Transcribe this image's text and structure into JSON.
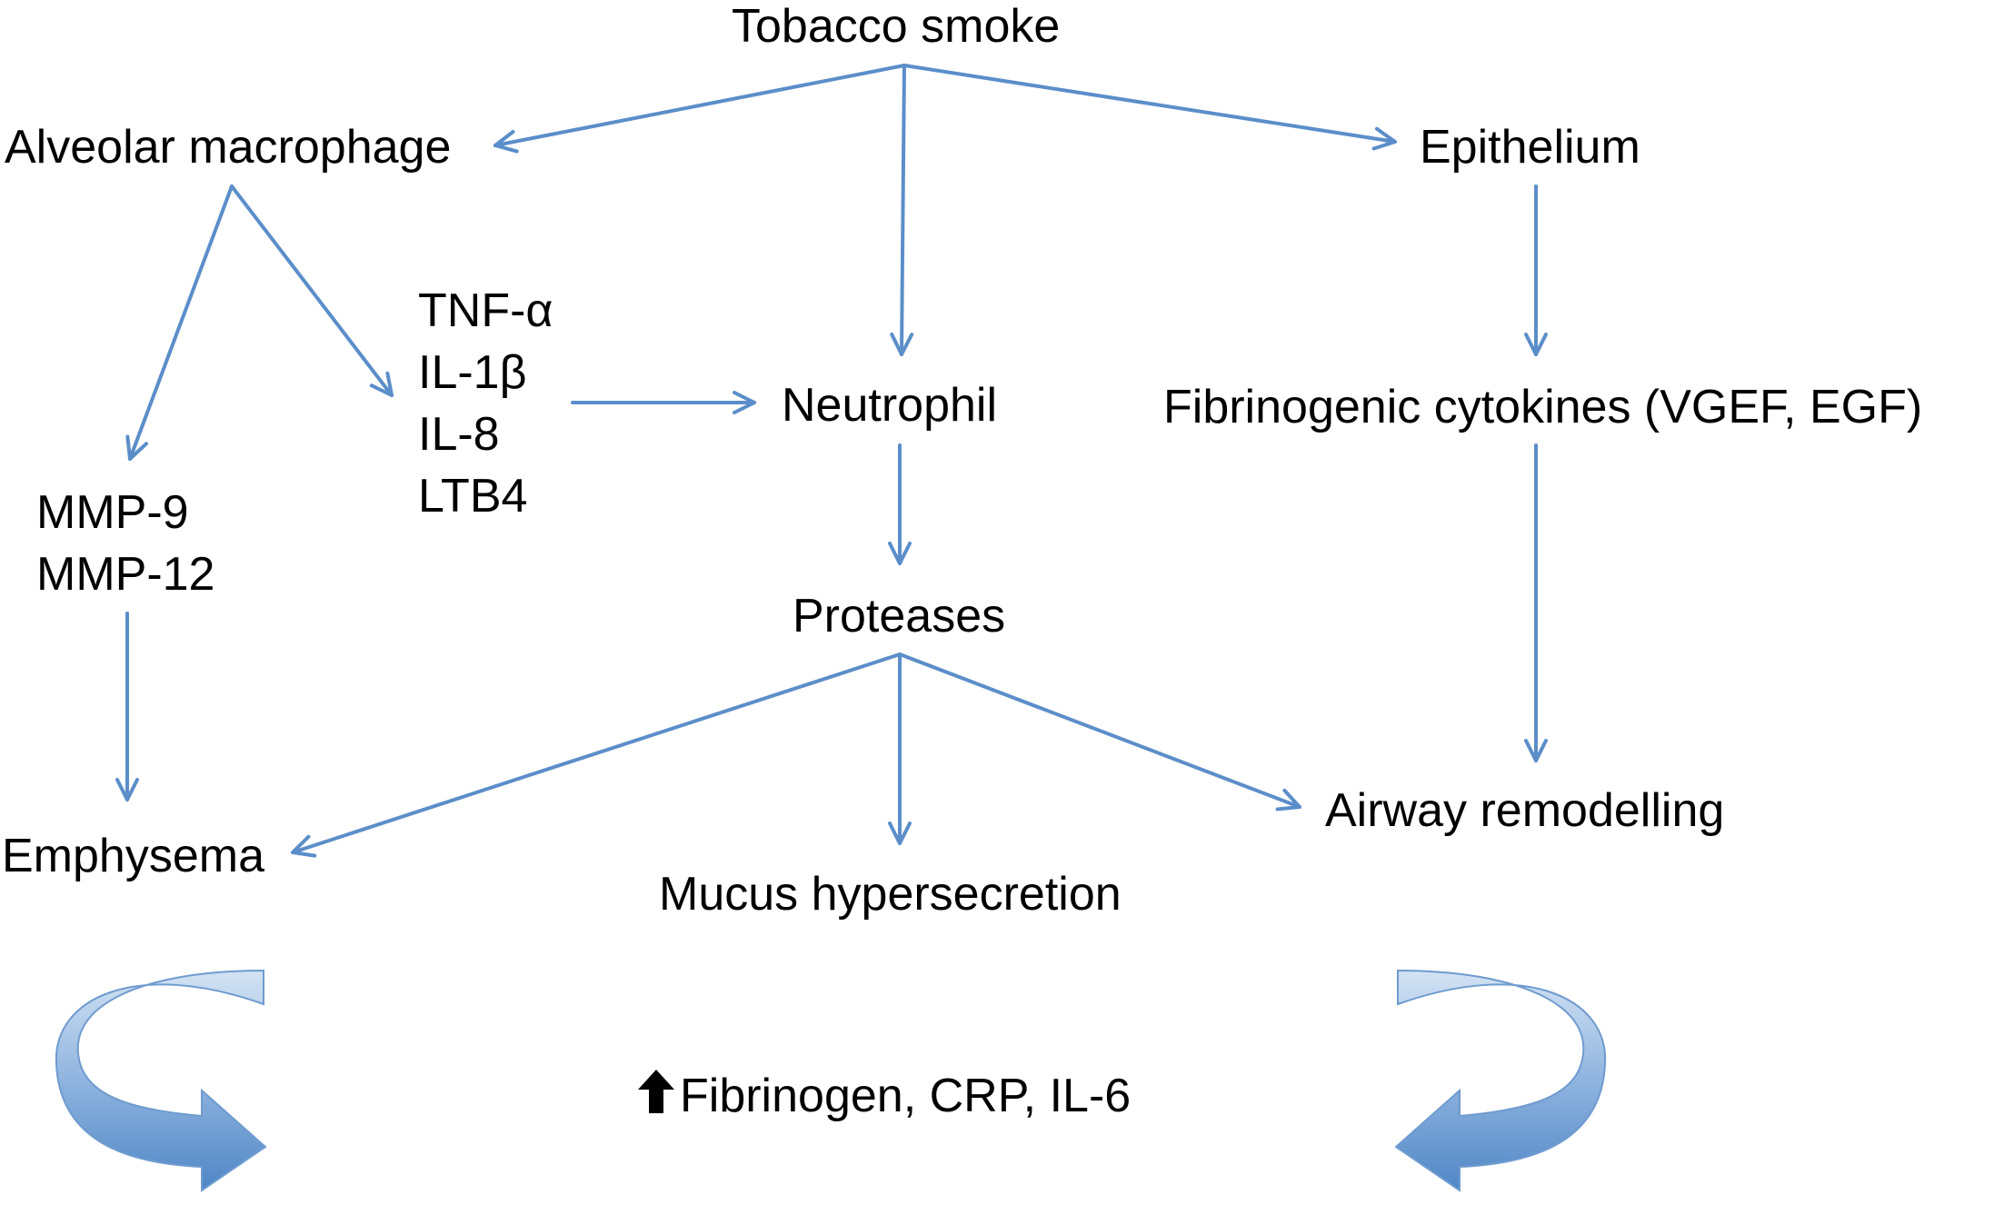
{
  "nodes": {
    "tobacco_smoke": "Tobacco smoke",
    "alveolar_macrophage": "Alveolar macrophage",
    "epithelium": "Epithelium",
    "cytokines": [
      "TNF-α",
      "IL-1β",
      "IL-8",
      "LTB4"
    ],
    "mmps": [
      "MMP-9",
      "MMP-12"
    ],
    "neutrophil": "Neutrophil",
    "fibrinogenic_cytokines": "Fibrinogenic cytokines (VGEF, EGF)",
    "proteases": "Proteases",
    "emphysema": "Emphysema",
    "mucus_hypersecretion": "Mucus hypersecretion",
    "airway_remodelling": "Airway remodelling",
    "systemic_markers": "Fibrinogen, CRP, IL-6"
  },
  "colors": {
    "arrow": "#5b8ec9",
    "curved_arrow_light": "#c6daf0",
    "curved_arrow_dark": "#4f86c6",
    "text": "#000000"
  },
  "icons": {
    "systemic_marker_prefix": "up-arrow-icon"
  }
}
